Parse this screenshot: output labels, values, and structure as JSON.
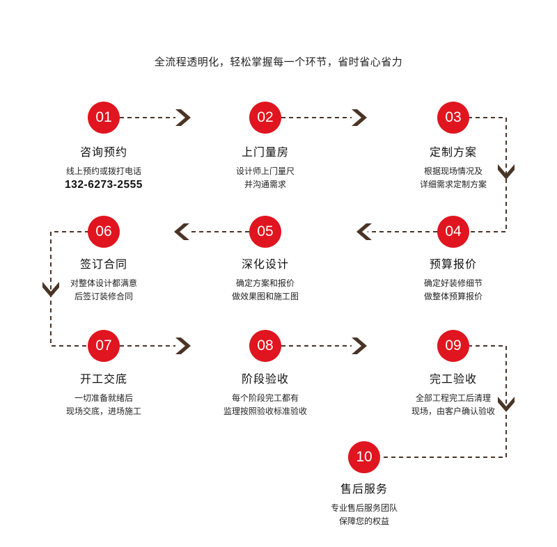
{
  "headline": "全流程透明化，轻松掌握每一个环节，省时省心省力",
  "colors": {
    "badge": "#e0151f",
    "line": "#4a3426",
    "arrow": "#4a3426"
  },
  "steps": [
    {
      "num": "01",
      "title": "咨询预约",
      "desc": [
        "线上预约或拨打电话"
      ],
      "phone": "132-6273-2555"
    },
    {
      "num": "02",
      "title": "上门量房",
      "desc": [
        "设计师上门量尺",
        "并沟通需求"
      ]
    },
    {
      "num": "03",
      "title": "定制方案",
      "desc": [
        "根据现场情况及",
        "详细需求定制方案"
      ]
    },
    {
      "num": "04",
      "title": "预算报价",
      "desc": [
        "确定好装修细节",
        "做整体预算报价"
      ]
    },
    {
      "num": "05",
      "title": "深化设计",
      "desc": [
        "确定方案和报价",
        "做效果图和施工图"
      ]
    },
    {
      "num": "06",
      "title": "签订合同",
      "desc": [
        "对整体设计都满意",
        "后签订装修合同"
      ]
    },
    {
      "num": "07",
      "title": "开工交底",
      "desc": [
        "一切准备就绪后",
        "现场交底，进场施工"
      ]
    },
    {
      "num": "08",
      "title": "阶段验收",
      "desc": [
        "每个阶段完工都有",
        "监理按照验收标准验收"
      ]
    },
    {
      "num": "09",
      "title": "完工验收",
      "desc": [
        "全部工程完工后清理",
        "现场，由客户确认验收"
      ]
    },
    {
      "num": "10",
      "title": "售后服务",
      "desc": [
        "专业售后服务团队",
        "保障您的权益"
      ]
    }
  ]
}
